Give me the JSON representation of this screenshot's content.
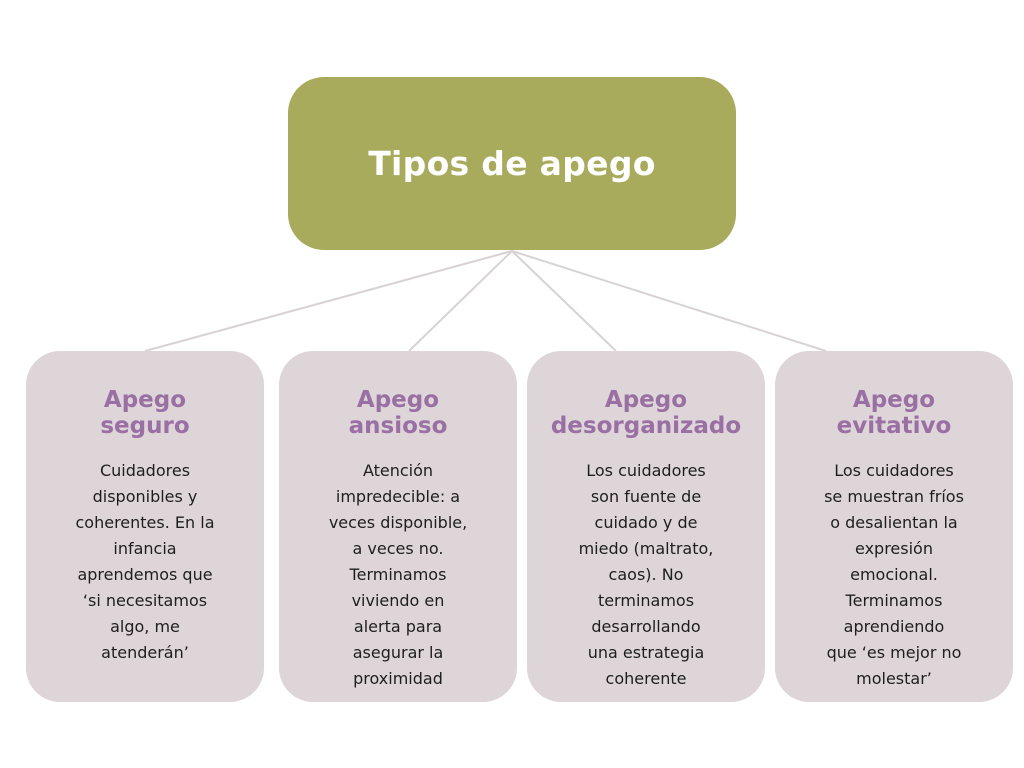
{
  "diagram": {
    "root": {
      "title": "Tipos de apego",
      "color": "#a8aa5c"
    },
    "card_color": "#ddd5d8",
    "title_color": "#9a6fa3",
    "connector_color": "#d8d2d4",
    "types": [
      {
        "title": "Apego\nseguro",
        "description": "Cuidadores\ndisponibles y\ncoherentes. En la\ninfancia\naprendemos que\n‘si necesitamos\nalgo, me\natenderán’"
      },
      {
        "title": "Apego\nansioso",
        "description": "Atención\nimpredecible: a\nveces disponible,\na veces no.\nTerminamos\nviviendo en\nalerta para\nasegurar la\nproximidad"
      },
      {
        "title": "Apego\ndesorganizado",
        "description": "Los cuidadores\nson fuente de\ncuidado y de\nmiedo (maltrato,\ncaos). No\nterminamos\ndesarrollando\nuna estrategia\ncoherente"
      },
      {
        "title": "Apego\nevitativo",
        "description": "Los cuidadores\nse muestran fríos\no desalientan la\nexpresión\nemocional.\nTerminamos\naprendiendo\nque ‘es mejor no\nmolestar’"
      }
    ]
  }
}
